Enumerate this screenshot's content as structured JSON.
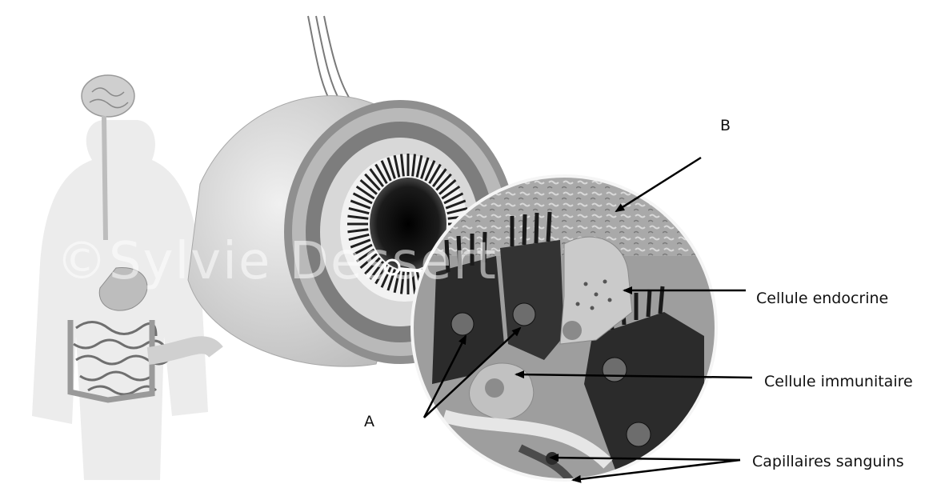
{
  "watermark": "©Sylvie Dessert",
  "labels": {
    "a": "A",
    "b": "B",
    "endocrine": "Cellule endocrine",
    "immune": "Cellule immunitaire",
    "capillaries": "Capillaires sanguins"
  },
  "colors": {
    "body_silhouette": "#ececec",
    "intestine_tube": "#d2d2d2",
    "muscle_layer": "#8a8a8a",
    "lumen": "#111111",
    "enterocyte": "#2a2a2a",
    "endocrine_cell": "#c8c8c8",
    "immune_cell": "#bdbdbd",
    "arrow": "#000000"
  }
}
